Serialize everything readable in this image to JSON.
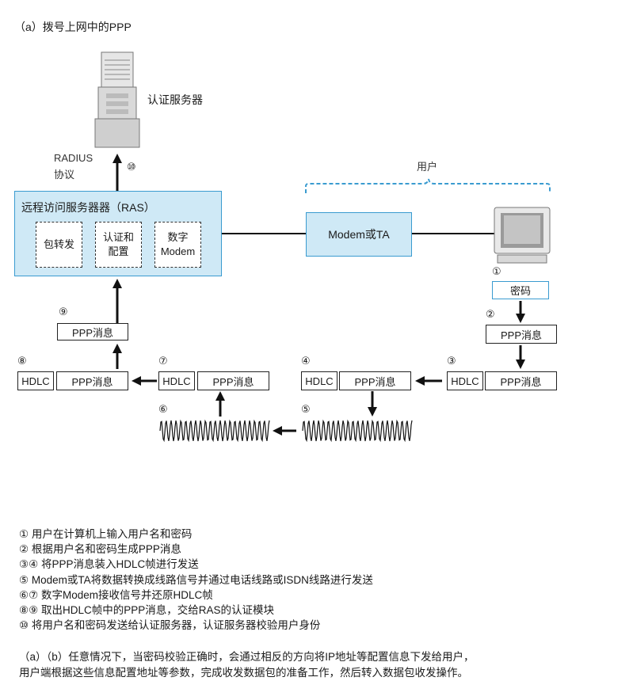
{
  "title": "（a）拨号上网中的PPP",
  "auth_server_label": "认证服务器",
  "radius_label": "RADIUS",
  "radius_label2": "协议",
  "user_label": "用户",
  "ras": {
    "title": "远程访问服务器器（RAS）",
    "modules": [
      "包转发",
      "认证和\n配置",
      "数字\nModem"
    ]
  },
  "modem_label": "Modem或TA",
  "password_label": "密码",
  "ppp_label": "PPP消息",
  "hdlc_label": "HDLC",
  "step_numbers": [
    "①",
    "②",
    "③",
    "④",
    "⑤",
    "⑥",
    "⑦",
    "⑧",
    "⑨",
    "⑩"
  ],
  "notes": [
    "① 用户在计算机上输入用户名和密码",
    "② 根据用户名和密码生成PPP消息",
    "③④ 将PPP消息装入HDLC帧进行发送",
    "⑤ Modem或TA将数据转换成线路信号并通过电话线路或ISDN线路进行发送",
    "⑥⑦ 数字Modem接收信号并还原HDLC帧",
    "⑧⑨ 取出HDLC帧中的PPP消息，交给RAS的认证模块",
    "⑩ 将用户名和密码发送给认证服务器，认证服务器校验用户身份"
  ],
  "paragraph": [
    "（a）（b）任意情况下，当密码校验正确时，会通过相反的方向将IP地址等配置信息下发给用户，",
    "用户端根据这些信息配置地址等参数，完成收发数据包的准备工作，然后转入数据包收发操作。"
  ],
  "colors": {
    "accent": "#3a9bd0",
    "fill": "#cfe9f6"
  }
}
